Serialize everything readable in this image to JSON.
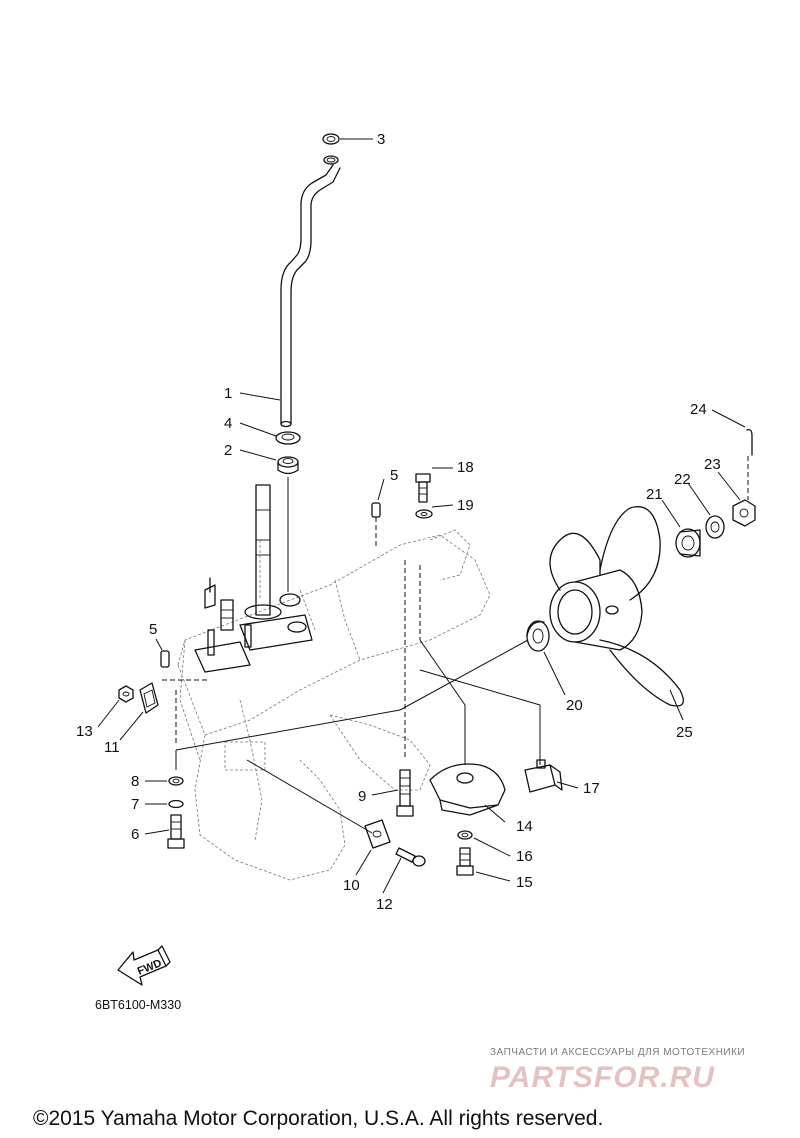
{
  "callouts": [
    "1",
    "2",
    "3",
    "4",
    "5",
    "5",
    "6",
    "7",
    "8",
    "9",
    "10",
    "11",
    "12",
    "13",
    "14",
    "15",
    "16",
    "17",
    "18",
    "19",
    "20",
    "21",
    "22",
    "23",
    "24",
    "25"
  ],
  "fwd_label": "FWD",
  "drawing_code": "6BT6100-M330",
  "watermark": {
    "tagline": "ЗАПЧАСТИ И АКСЕССУАРЫ ДЛЯ МОТОТЕХНИКИ",
    "brand": "PARTSFOR.RU"
  },
  "copyright": "©2015 Yamaha Motor Corporation, U.S.A. All rights reserved."
}
